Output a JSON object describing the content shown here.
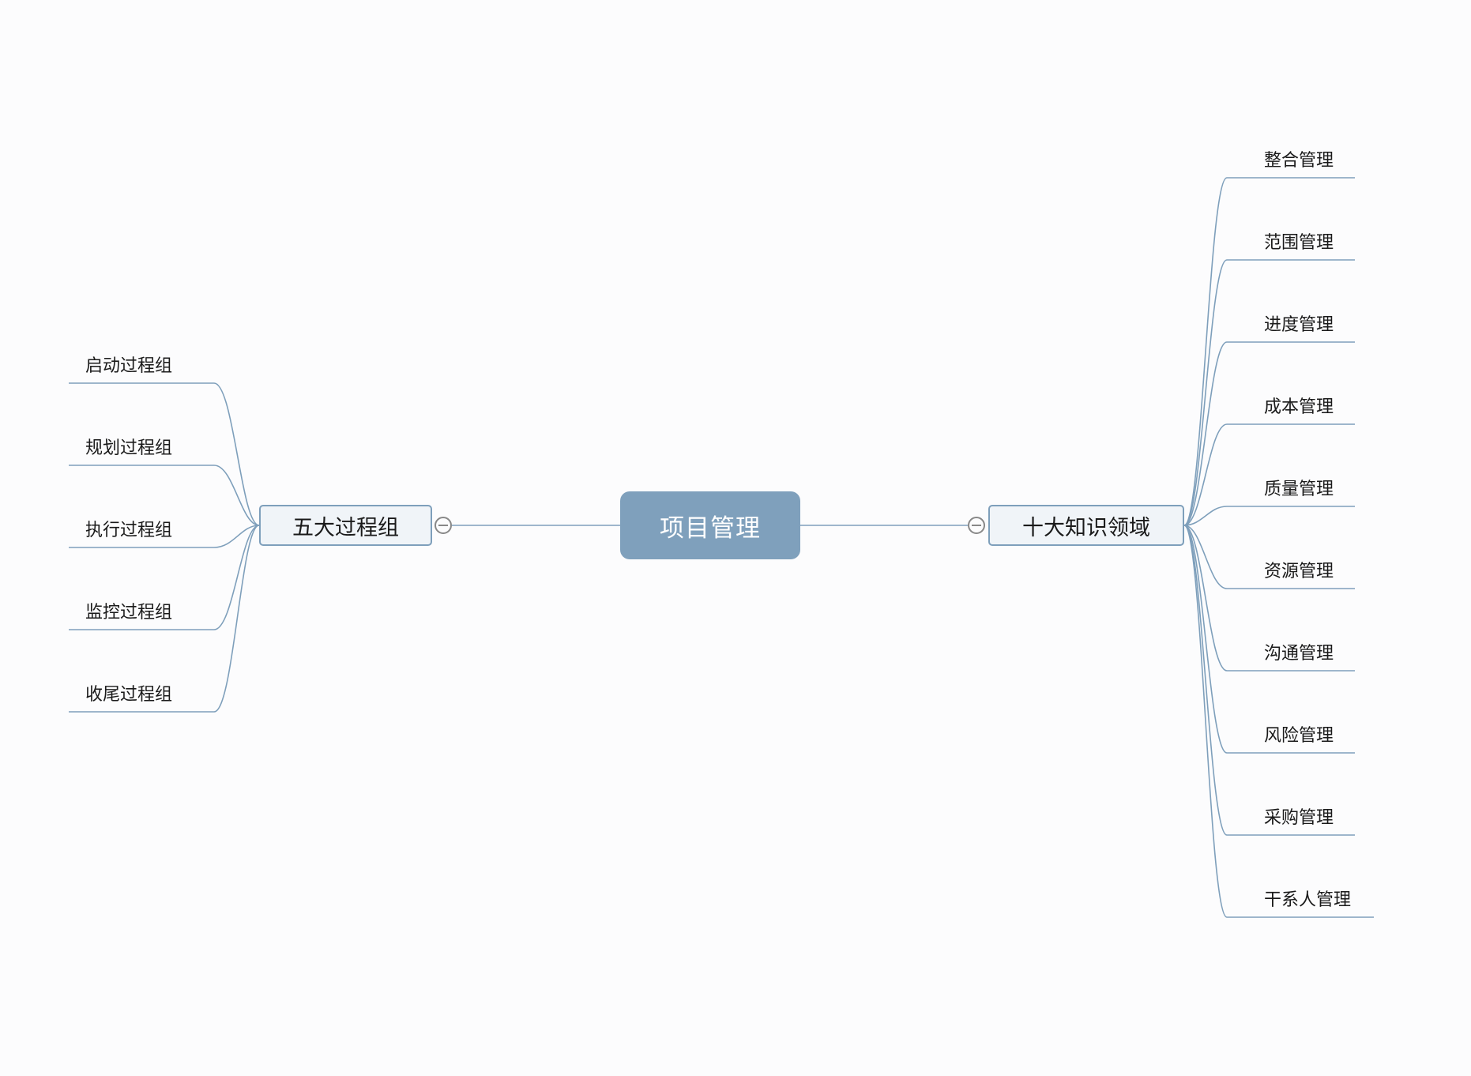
{
  "colors": {
    "line": "#7E9FBB",
    "root_fill": "#7FA0BC",
    "branch_fill": "#F0F4F8",
    "background": "#FCFCFD"
  },
  "root": {
    "label": "项目管理"
  },
  "left": {
    "label": "五大过程组",
    "children": [
      "启动过程组",
      "规划过程组",
      "执行过程组",
      "监控过程组",
      "收尾过程组"
    ]
  },
  "right": {
    "label": "十大知识领域",
    "children": [
      "整合管理",
      "范围管理",
      "进度管理",
      "成本管理",
      "质量管理",
      "资源管理",
      "沟通管理",
      "风险管理",
      "采购管理",
      "干系人管理"
    ]
  }
}
